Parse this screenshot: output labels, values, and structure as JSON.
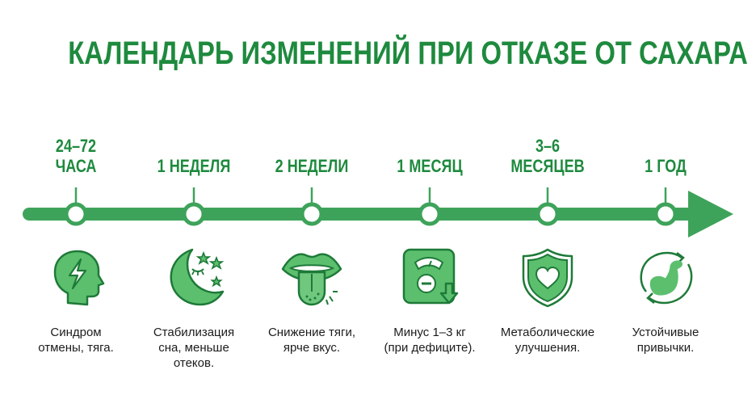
{
  "title": "КАЛЕНДАРЬ ИЗМЕНЕНИЙ ПРИ ОТКАЗЕ ОТ САХАРА",
  "colors": {
    "primary": "#1e8a3e",
    "timeline": "#3ea35a",
    "icon_fill": "#5cbf6e",
    "icon_stroke": "#1e7a38",
    "text": "#1c1c1c",
    "background": "#ffffff"
  },
  "milestones": [
    {
      "period_line1": "24–72",
      "period_line2": "ЧАСА",
      "icon": "head-lightning-icon",
      "description_lines": [
        "Синдром",
        "отмены, тяга."
      ]
    },
    {
      "period_line1": "",
      "period_line2": "1 НЕДЕЛЯ",
      "icon": "moon-sleep-icon",
      "description_lines": [
        "Стабилизация",
        "сна, меньше",
        "отеков."
      ]
    },
    {
      "period_line1": "",
      "period_line2": "2 НЕДЕЛИ",
      "icon": "mouth-tongue-icon",
      "description_lines": [
        "Снижение тяги,",
        "ярче вкус."
      ]
    },
    {
      "period_line1": "",
      "period_line2": "1 МЕСЯЦ",
      "icon": "scale-weight-loss-icon",
      "description_lines": [
        "Минус 1–3 кг",
        "(при дефиците)."
      ]
    },
    {
      "period_line1": "3–6",
      "period_line2": "МЕСЯЦЕВ",
      "icon": "shield-heart-icon",
      "description_lines": [
        "Метаболические",
        "улучшения."
      ]
    },
    {
      "period_line1": "",
      "period_line2": "1 ГОД",
      "icon": "muscle-cycle-icon",
      "description_lines": [
        "Устойчивые",
        "привычки."
      ]
    }
  ]
}
